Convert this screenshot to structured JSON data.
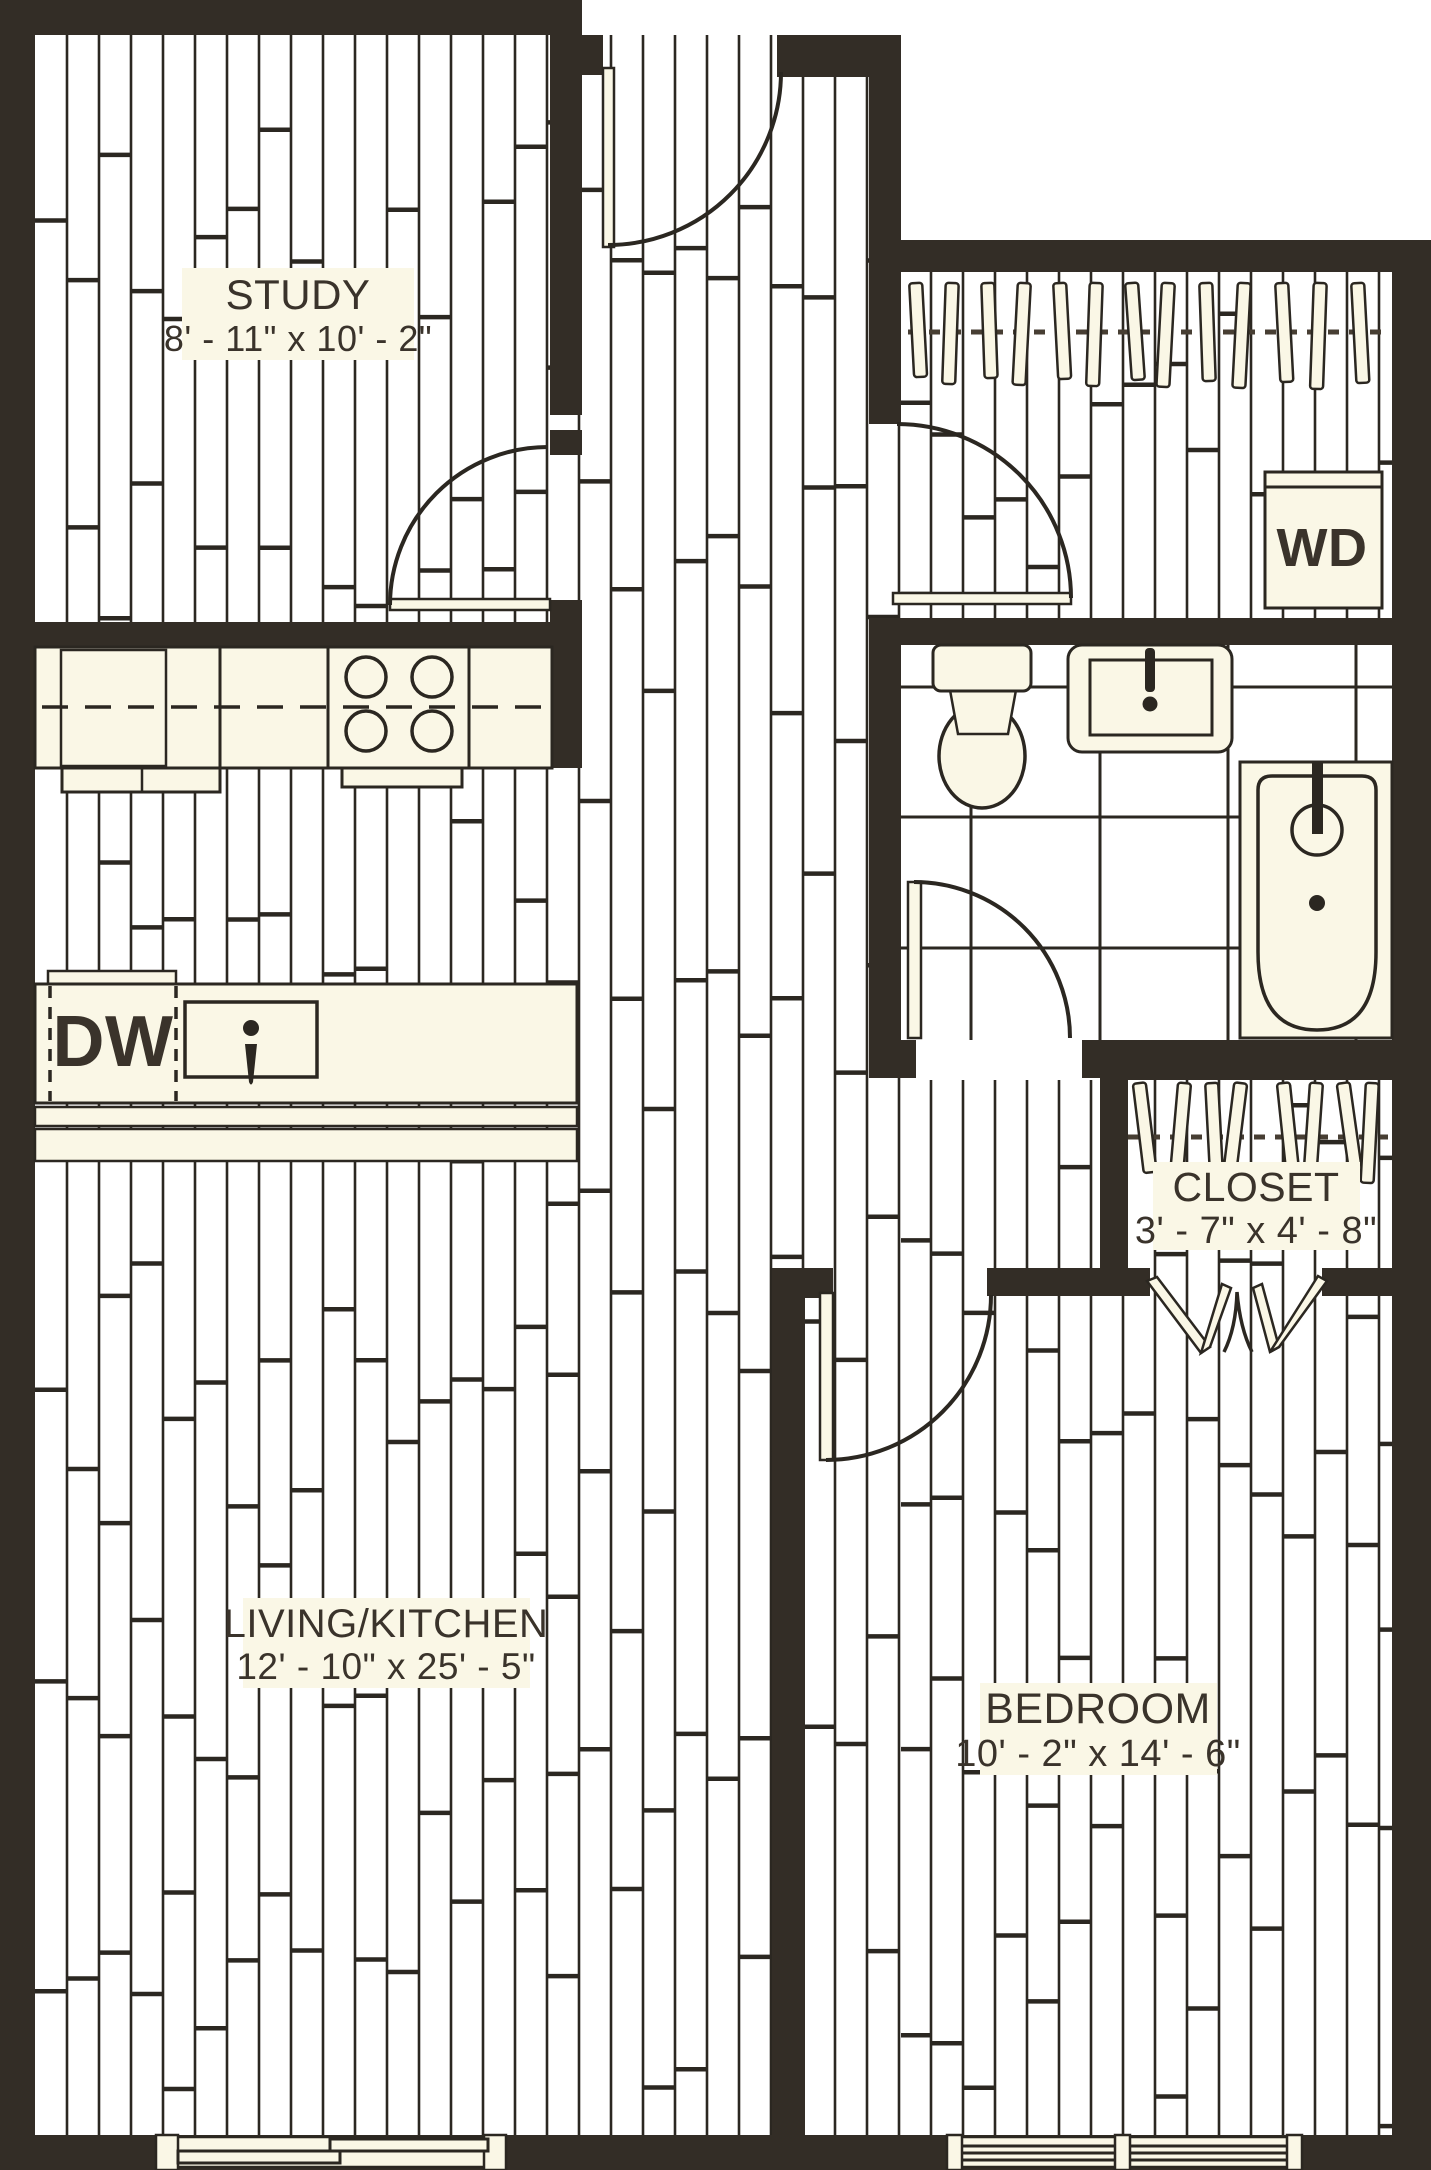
{
  "plan": {
    "title": "apartment-floor-plan",
    "rooms": [
      {
        "id": "study",
        "label": "STUDY",
        "dimensions": "8' - 11\" x 10' - 2\""
      },
      {
        "id": "living_kitchen",
        "label": "LIVING/KITCHEN",
        "dimensions": "12' - 10\" x 25' - 5\""
      },
      {
        "id": "bedroom",
        "label": "BEDROOM",
        "dimensions": "10' - 2\" x 14' - 6\""
      },
      {
        "id": "closet",
        "label": "CLOSET",
        "dimensions": "3' - 7\" x 4' - 8\""
      }
    ],
    "appliances": [
      {
        "id": "dishwasher",
        "label": "DW"
      },
      {
        "id": "washer_dryer",
        "label": "WD"
      }
    ],
    "icons": [
      "entry-door-icon",
      "study-door-icon",
      "closet-entry-door-icon",
      "bathroom-door-icon",
      "bedroom-door-icon",
      "bifold-closet-door-icon",
      "toilet-icon",
      "bathroom-sink-icon",
      "bathtub-icon",
      "stove-icon",
      "island-sink-icon",
      "clothes-hangers-icon",
      "window-icon"
    ],
    "colors": {
      "wall": "#332D26",
      "line": "#2B2721",
      "fixture_cream": "#FAF7E6",
      "text": "#3A332B",
      "background": "#FFFFFF",
      "rod": "#473E33"
    }
  }
}
